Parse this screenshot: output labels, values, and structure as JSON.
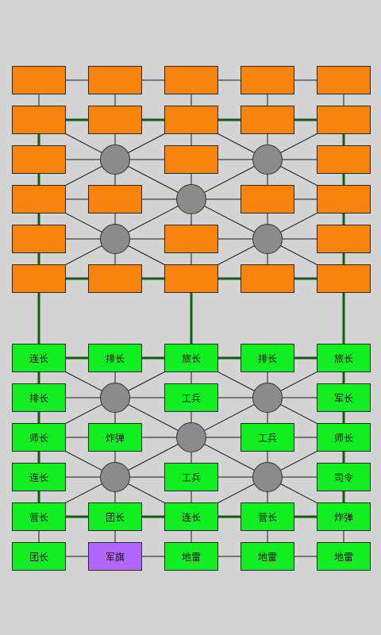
{
  "colors": {
    "background": "#d3d3d3",
    "top_piece": "#f8820e",
    "bottom_piece": "#11ee22",
    "flag_piece": "#b266ff",
    "camp": "#8b8b8c",
    "railroad": "#0d5f0d",
    "road": "#1a1a1a"
  },
  "top_pieces": [
    {
      "r": 0,
      "c": 0
    },
    {
      "r": 0,
      "c": 1
    },
    {
      "r": 0,
      "c": 2
    },
    {
      "r": 0,
      "c": 3
    },
    {
      "r": 0,
      "c": 4
    },
    {
      "r": 1,
      "c": 0
    },
    {
      "r": 1,
      "c": 1
    },
    {
      "r": 1,
      "c": 2
    },
    {
      "r": 1,
      "c": 3
    },
    {
      "r": 1,
      "c": 4
    },
    {
      "r": 2,
      "c": 0
    },
    {
      "r": 2,
      "c": 2
    },
    {
      "r": 2,
      "c": 4
    },
    {
      "r": 3,
      "c": 0
    },
    {
      "r": 3,
      "c": 1
    },
    {
      "r": 3,
      "c": 3
    },
    {
      "r": 3,
      "c": 4
    },
    {
      "r": 4,
      "c": 0
    },
    {
      "r": 4,
      "c": 2
    },
    {
      "r": 4,
      "c": 4
    },
    {
      "r": 5,
      "c": 0
    },
    {
      "r": 5,
      "c": 1
    },
    {
      "r": 5,
      "c": 2
    },
    {
      "r": 5,
      "c": 3
    },
    {
      "r": 5,
      "c": 4
    }
  ],
  "bottom_pieces": [
    {
      "r": 6,
      "c": 0,
      "label": "连长"
    },
    {
      "r": 6,
      "c": 1,
      "label": "排长"
    },
    {
      "r": 6,
      "c": 2,
      "label": "旅长"
    },
    {
      "r": 6,
      "c": 3,
      "label": "排长"
    },
    {
      "r": 6,
      "c": 4,
      "label": "旅长"
    },
    {
      "r": 7,
      "c": 0,
      "label": "排长"
    },
    {
      "r": 7,
      "c": 2,
      "label": "工兵"
    },
    {
      "r": 7,
      "c": 4,
      "label": "军长"
    },
    {
      "r": 8,
      "c": 0,
      "label": "师长"
    },
    {
      "r": 8,
      "c": 1,
      "label": "炸弹"
    },
    {
      "r": 8,
      "c": 3,
      "label": "工兵"
    },
    {
      "r": 8,
      "c": 4,
      "label": "师长"
    },
    {
      "r": 9,
      "c": 0,
      "label": "连长"
    },
    {
      "r": 9,
      "c": 2,
      "label": "工兵"
    },
    {
      "r": 9,
      "c": 4,
      "label": "司令"
    },
    {
      "r": 10,
      "c": 0,
      "label": "营长"
    },
    {
      "r": 10,
      "c": 1,
      "label": "团长"
    },
    {
      "r": 10,
      "c": 2,
      "label": "连长"
    },
    {
      "r": 10,
      "c": 3,
      "label": "营长"
    },
    {
      "r": 10,
      "c": 4,
      "label": "炸弹"
    },
    {
      "r": 11,
      "c": 0,
      "label": "团长"
    },
    {
      "r": 11,
      "c": 1,
      "label": "军旗",
      "flag": true
    },
    {
      "r": 11,
      "c": 2,
      "label": "地雷"
    },
    {
      "r": 11,
      "c": 3,
      "label": "地雷"
    },
    {
      "r": 11,
      "c": 4,
      "label": "地雷"
    }
  ],
  "camps": [
    {
      "r": 2,
      "c": 1
    },
    {
      "r": 2,
      "c": 3
    },
    {
      "r": 3,
      "c": 2
    },
    {
      "r": 4,
      "c": 1
    },
    {
      "r": 4,
      "c": 3
    },
    {
      "r": 7,
      "c": 1
    },
    {
      "r": 7,
      "c": 3
    },
    {
      "r": 8,
      "c": 2
    },
    {
      "r": 9,
      "c": 1
    },
    {
      "r": 9,
      "c": 3
    }
  ]
}
